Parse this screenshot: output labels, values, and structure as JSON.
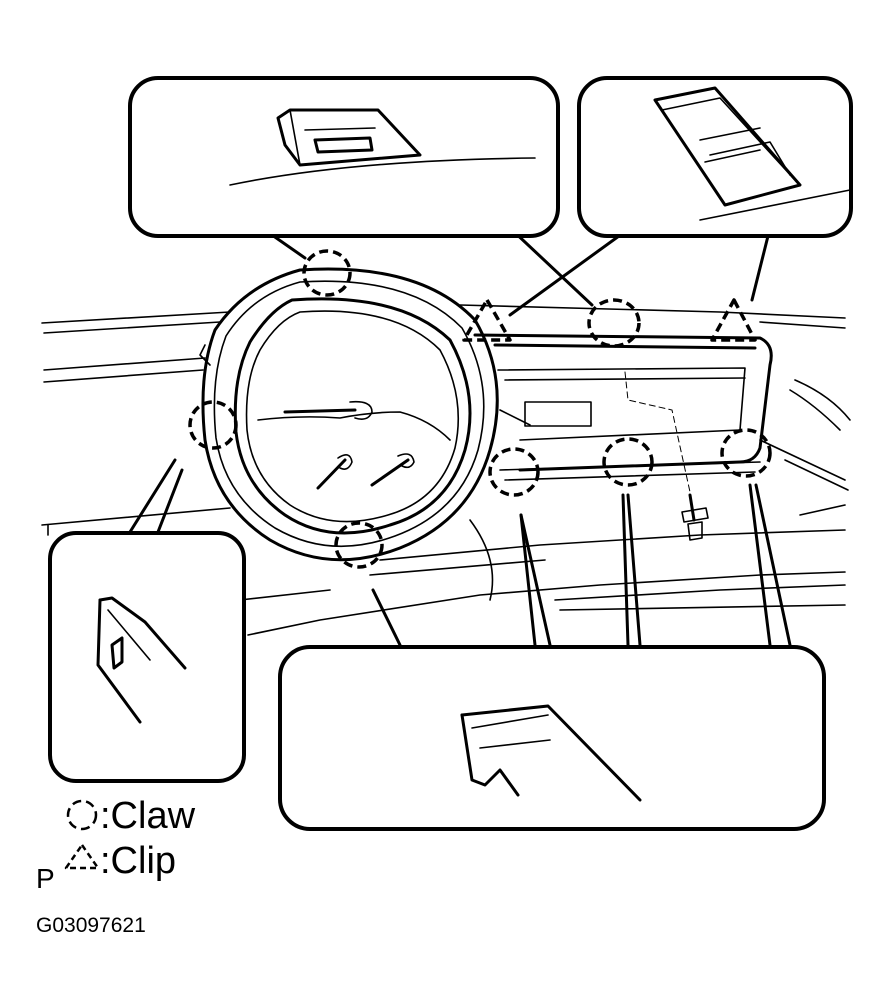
{
  "legend": {
    "claw_label": ":Claw",
    "clip_label": ":Clip",
    "p_label": "P"
  },
  "figure_code": "G03097621",
  "colors": {
    "line": "#000000",
    "background": "#ffffff"
  }
}
